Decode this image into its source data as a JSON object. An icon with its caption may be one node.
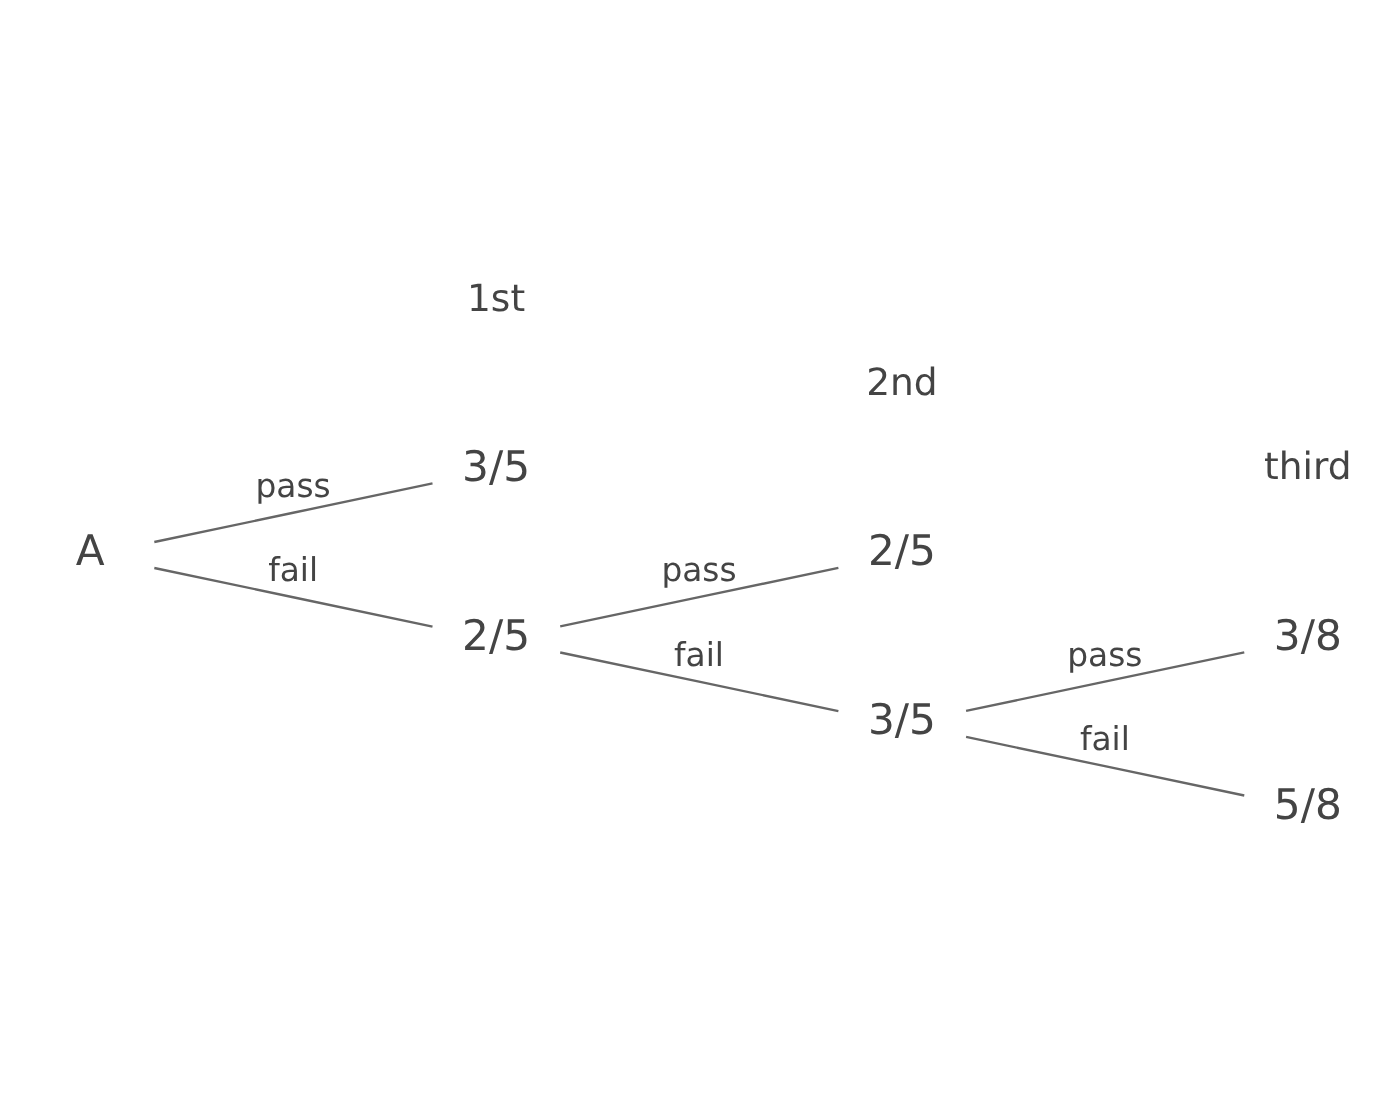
{
  "diagram": {
    "nodes": [
      {
        "text": [
          "A"
        ]
      },
      {
        "text": [
          "3/5"
        ]
      },
      {
        "text": [
          "2/5"
        ]
      },
      {
        "text": [
          "2/5"
        ]
      },
      {
        "text": [
          "3/5"
        ]
      },
      {
        "text": [
          "3/8"
        ]
      },
      {
        "text": [
          "5/8"
        ]
      }
    ],
    "edges": [
      {
        "from": 0,
        "to": 1,
        "arrow": "none",
        "label": "pass"
      },
      {
        "from": 0,
        "to": 2,
        "arrow": "none",
        "label": "fail"
      },
      {
        "from": 2,
        "to": 3,
        "arrow": "none",
        "label": "pass"
      },
      {
        "from": 2,
        "to": 4,
        "arrow": "none",
        "label": "fail"
      },
      {
        "from": 4,
        "to": 5,
        "arrow": "none",
        "label": "pass"
      },
      {
        "from": 4,
        "to": 6,
        "arrow": "none",
        "label": "fail"
      }
    ],
    "labels": [
      "1st",
      "2nd",
      "third"
    ]
  }
}
